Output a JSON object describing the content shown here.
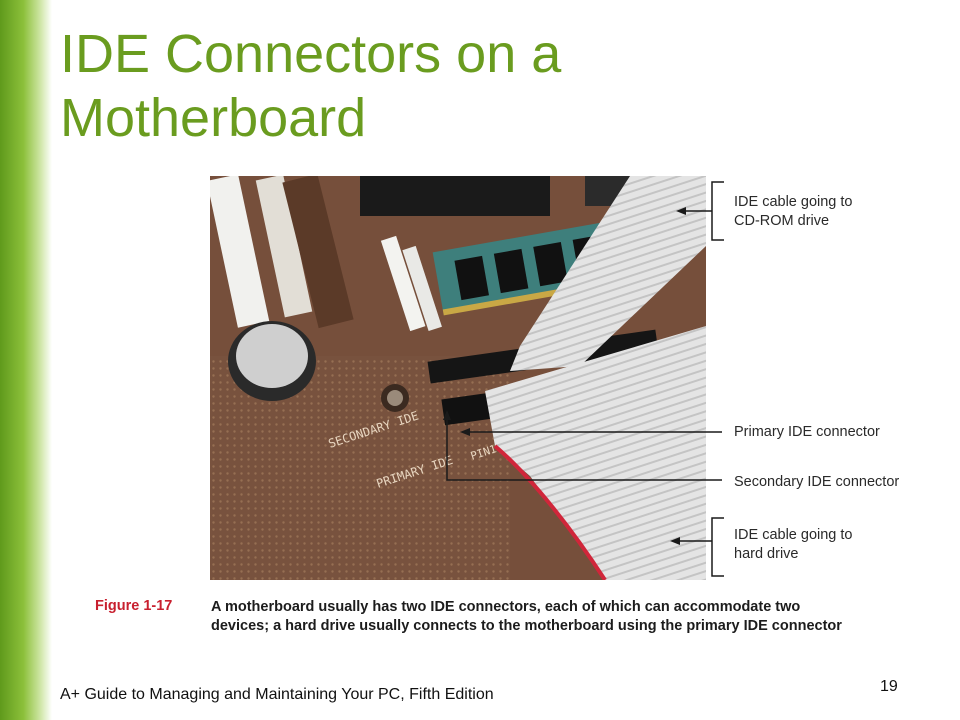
{
  "slide": {
    "title": "IDE Connectors on a Motherboard",
    "footer": "A+ Guide to Managing and Maintaining Your PC, Fifth Edition",
    "page_number": "19"
  },
  "figure": {
    "callouts": [
      {
        "line1": "IDE cable going to",
        "line2": "CD-ROM drive"
      },
      {
        "line1": "Primary IDE connector",
        "line2": ""
      },
      {
        "line1": "Secondary IDE connector",
        "line2": ""
      },
      {
        "line1": "IDE cable going to",
        "line2": "hard drive"
      }
    ],
    "photo_labels": {
      "secondary": "SECONDARY IDE",
      "primary": "PRIMARY IDE",
      "pin": "PIN1"
    },
    "label": "Figure 1-17",
    "caption_line1": "A motherboard usually has two IDE connectors, each of which can accommodate two",
    "caption_line2": "devices; a hard drive usually connects to the motherboard using the primary IDE connector"
  },
  "colors": {
    "title": "#6a9c1f",
    "accent_bar": "#7db32b",
    "figure_label": "#c8202f"
  }
}
